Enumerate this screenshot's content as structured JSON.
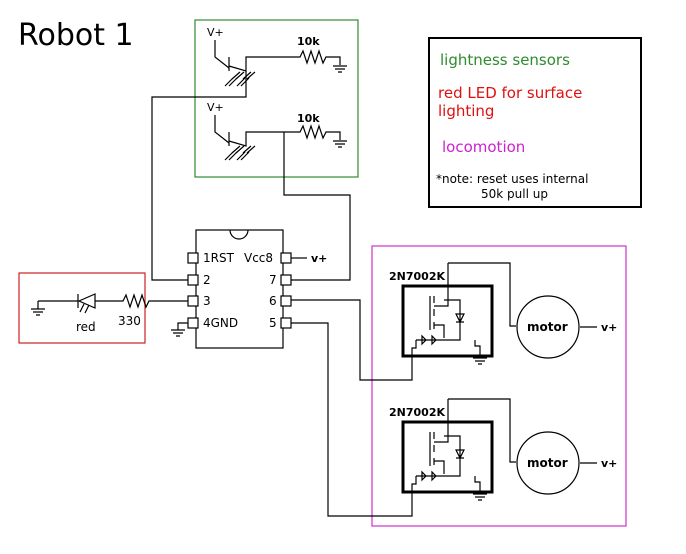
{
  "title": "Robot 1",
  "legend": {
    "lightness": "lightness sensors",
    "led_line1": "red LED for surface",
    "led_line2": "lighting",
    "locomotion": "locomotion",
    "note_line1": "*note: reset uses internal",
    "note_line2": "50k pull up"
  },
  "sensors": {
    "vplus_1": "V+",
    "vplus_2": "V+",
    "resistor_1": "10k",
    "resistor_2": "10k"
  },
  "chip": {
    "pin1": "1RST",
    "pin2": "2",
    "pin3": "3",
    "pin4": "4GND",
    "pin8": "Vcc8",
    "pin7": "7",
    "pin6": "6",
    "pin5": "5",
    "vcc_label": "v+"
  },
  "led": {
    "color_label": "red",
    "resistor": "330"
  },
  "drivers": {
    "mosfet_1": "2N7002K",
    "mosfet_2": "2N7002K",
    "motor_1": "motor",
    "motor_2": "motor",
    "motor_1_vplus": "v+",
    "motor_2_vplus": "v+"
  },
  "colors": {
    "sensors_box": "#2e8b2e",
    "led_box": "#cc2222",
    "locomotion_box": "#cc33cc"
  }
}
